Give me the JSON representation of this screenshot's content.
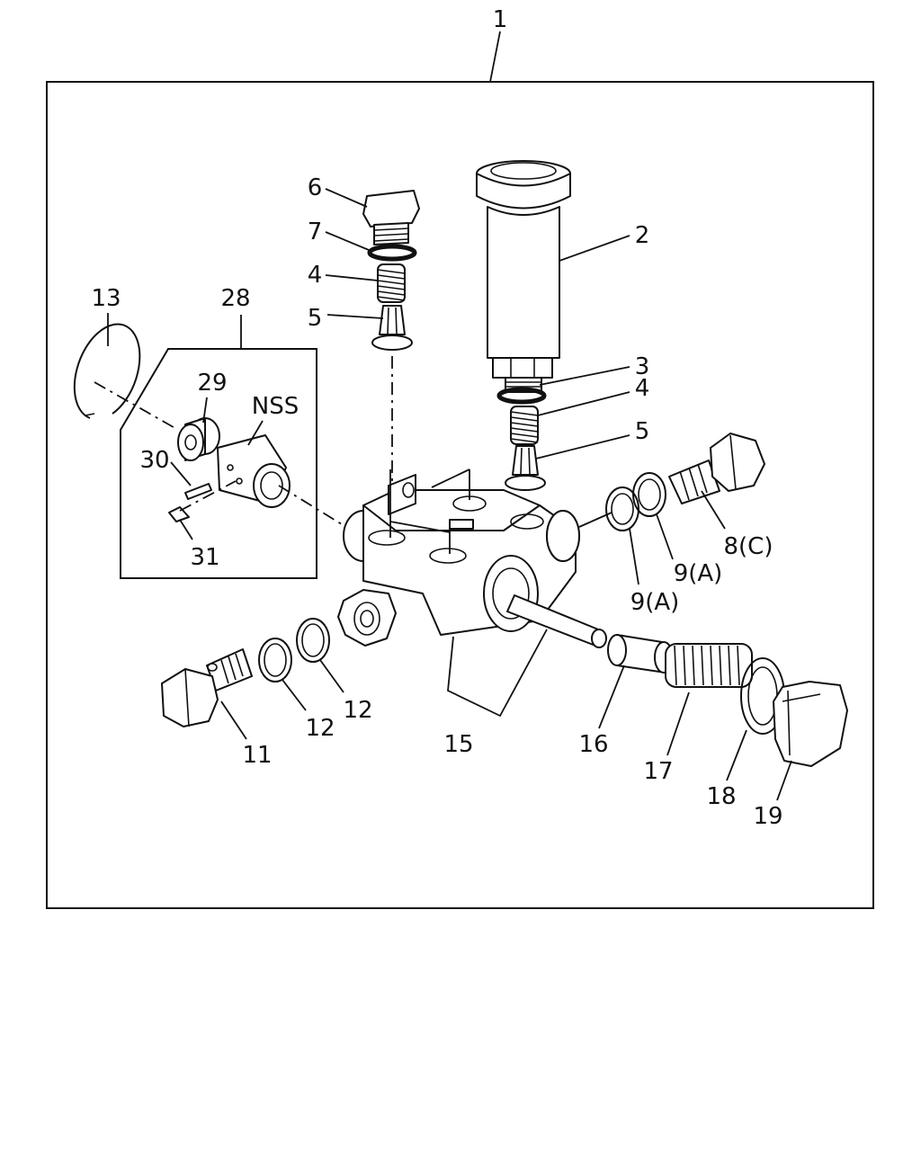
{
  "labels": {
    "n1": "1",
    "n2": "2",
    "n3": "3",
    "n4a": "4",
    "n4b": "4",
    "n5a": "5",
    "n5b": "5",
    "n6": "6",
    "n7": "7",
    "n8": "8(C)",
    "n9a": "9(A)",
    "n9b": "9(A)",
    "n11": "11",
    "n12a": "12",
    "n12b": "12",
    "n13": "13",
    "n15": "15",
    "n16": "16",
    "n17": "17",
    "n18": "18",
    "n19": "19",
    "n28": "28",
    "n29": "29",
    "n30": "30",
    "n31": "31",
    "nss": "NSS"
  }
}
